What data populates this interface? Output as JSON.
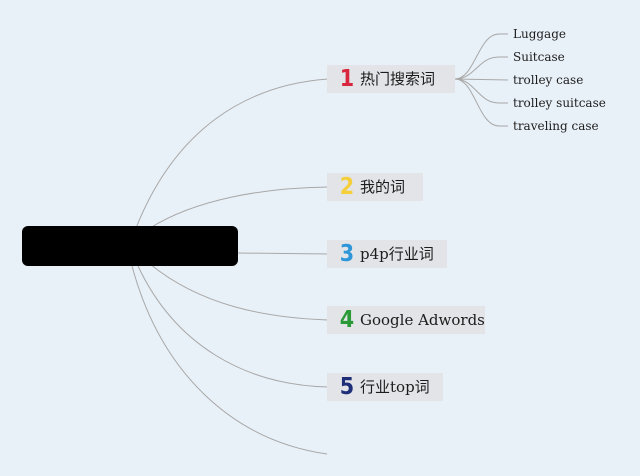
{
  "branches": [
    {
      "number": "1",
      "label": "热门搜索词",
      "color": "#d7263d"
    },
    {
      "number": "2",
      "label": "我的词",
      "color": "#f5cf3a"
    },
    {
      "number": "3",
      "label": "p4p行业词",
      "color": "#2f97d9"
    },
    {
      "number": "4",
      "label": "Google Adwords",
      "color": "#2a9a38"
    },
    {
      "number": "5",
      "label": "行业top词",
      "color": "#1e2e78"
    }
  ],
  "leaves": [
    "Luggage",
    "Suitcase",
    "trolley case",
    "trolley suitcase",
    "traveling case"
  ],
  "colors": {
    "background": "#e9f1f8",
    "connector": "#a8a8a8",
    "branch_fill": "#e2e4e8",
    "root_fill": "#000000"
  }
}
